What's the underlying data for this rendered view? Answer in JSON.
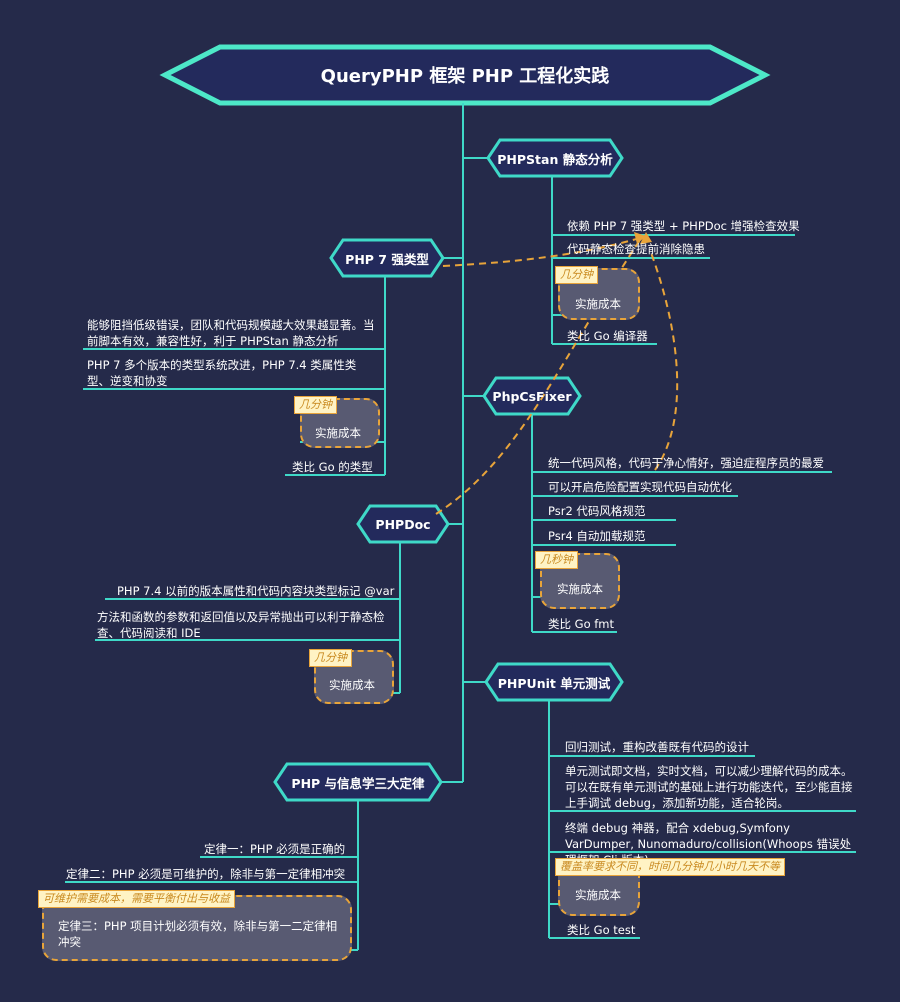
{
  "root_title": "QueryPHP 框架 PHP 工程化实践",
  "topics": {
    "phpstan": "PHPStan 静态分析",
    "php7": "PHP 7 强类型",
    "phpcsfixer": "PhpCsFixer",
    "phpdoc": "PHPDoc",
    "phpunit": "PHPUnit 单元测试",
    "laws": "PHP 与信息学三大定律"
  },
  "phpstan": {
    "items": [
      "依赖 PHP 7 强类型 + PHPDoc 增强检查效果",
      "代码静态检查提前消除隐患"
    ],
    "tag": "几分钟",
    "cost": "实施成本",
    "compare": "类比 Go 编译器"
  },
  "php7": {
    "items": [
      "能够阻挡低级错误，团队和代码规模越大效果越显著。当前脚本有效，兼容性好，利于 PHPStan 静态分析",
      "PHP 7 多个版本的类型系统改进，PHP 7.4 类属性类型、逆变和协变"
    ],
    "tag": "几分钟",
    "cost": "实施成本",
    "compare": "类比 Go 的类型"
  },
  "phpcsfixer": {
    "items": [
      "统一代码风格，代码干净心情好，强迫症程序员的最爱",
      "可以开启危险配置实现代码自动优化",
      "Psr2 代码风格规范",
      "Psr4 自动加载规范"
    ],
    "tag": "几秒钟",
    "cost": "实施成本",
    "compare": "类比 Go fmt"
  },
  "phpdoc": {
    "items": [
      "PHP 7.4 以前的版本属性和代码内容块类型标记 @var",
      "方法和函数的参数和返回值以及异常抛出可以利于静态检查、代码阅读和 IDE"
    ],
    "tag": "几分钟",
    "cost": "实施成本"
  },
  "phpunit": {
    "items": [
      "回归测试，重构改善既有代码的设计",
      "单元测试即文档，实时文档，可以减少理解代码的成本。可以在既有单元测试的基础上进行功能迭代，至少能直接上手调试 debug，添加新功能，适合轮岗。",
      "终端 debug 神器，配合 xdebug,Symfony VarDumper, Nunomaduro/collision(Whoops 错误处理框架 Cli 版本)"
    ],
    "tag": "覆盖率要求不同，时间几分钟几小时几天不等",
    "cost": "实施成本",
    "compare": "类比 Go test"
  },
  "laws": {
    "items": [
      "定律一：PHP 必须是正确的",
      "定律二：PHP 必须是可维护的，除非与第一定律相冲突",
      "定律三：PHP 项目计划必须有效，除非与第一二定律相冲突"
    ],
    "tag": "可维护需要成本，需要平衡付出与收益"
  },
  "colors": {
    "background": "#252a4a",
    "node_fill": "#232a5c",
    "line": "#3fd9c8",
    "root_border": "#4de8c8",
    "cost_fill": "#585a72",
    "dashed_arrow": "#e8a43a",
    "tag_fill": "#fff3c4"
  }
}
